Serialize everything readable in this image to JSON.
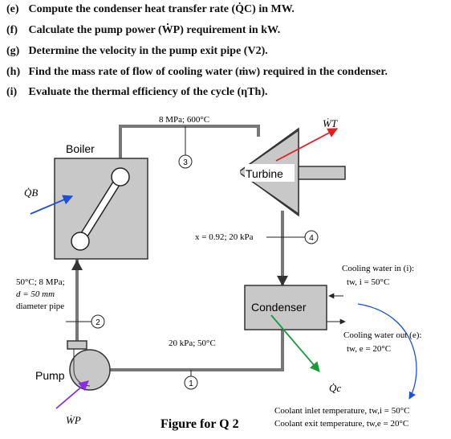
{
  "questions": [
    {
      "label": "(e)",
      "text": "Compute the condenser heat transfer rate (Q̇C) in MW."
    },
    {
      "label": "(f)",
      "text": "Calculate the pump power (ẆP) requirement in kW."
    },
    {
      "label": "(g)",
      "text": "Determine the velocity in the pump exit pipe (V2)."
    },
    {
      "label": "(h)",
      "text": "Find the mass rate of flow of cooling water (ṁw) required in the condenser."
    },
    {
      "label": "(i)",
      "text": "Evaluate the thermal efficiency of the cycle (ηTh)."
    }
  ],
  "diagram": {
    "boiler_label": "Boiler",
    "turbine_label": "Turbine",
    "condenser_label": "Condenser",
    "pump_label": "Pump",
    "qb_symbol": "Q̇B",
    "wt_symbol": "ẆT",
    "qc_symbol": "Q̇c",
    "wp_symbol": "ẆP",
    "state3_text": "8 MPa; 600°C",
    "state4_text": "x = 0.92; 20 kPa",
    "state1_text": "20 kPa; 50°C",
    "state2_lines": [
      "50°C; 8 MPa;",
      "d = 50 mm",
      "diameter pipe"
    ],
    "state_numbers": {
      "s1": "1",
      "s2": "2",
      "s3": "3",
      "s4": "4"
    },
    "cooling_in_title": "Cooling water in (i):",
    "cooling_in_value": "tw, i = 50°C",
    "cooling_out_title": "Cooling water out (e):",
    "cooling_out_value": "tw, e = 20°C",
    "coolant_inlet": "Coolant inlet temperature, tw,i = 50°C",
    "coolant_exit": "Coolant exit temperature, tw,e = 20°C",
    "figure_caption": "Figure for Q 2"
  },
  "colors": {
    "equipment_fill": "#c8c8c8",
    "pipe": "#777777",
    "qb_arrow": "#1d4fd8",
    "wt_arrow": "#e02020",
    "qc_arrow": "#1a9a3a",
    "wp_arrow": "#8a2be2",
    "curve_arrow": "#1d4fd8"
  }
}
